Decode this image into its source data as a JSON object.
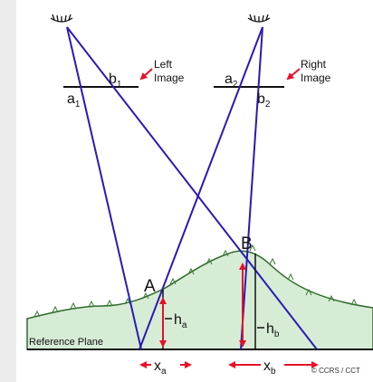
{
  "images": {
    "left": {
      "line1": "Left",
      "line2": "Image"
    },
    "right": {
      "line1": "Right",
      "line2": "Image"
    }
  },
  "points": {
    "a1": {
      "base": "a",
      "sub": "1"
    },
    "b1": {
      "base": "b",
      "sub": "1"
    },
    "a2": {
      "base": "a",
      "sub": "2"
    },
    "b2": {
      "base": "b",
      "sub": "2"
    },
    "A": "A",
    "B": "B"
  },
  "heights": {
    "ha": {
      "base": "h",
      "sub": "a"
    },
    "hb": {
      "base": "h",
      "sub": "b"
    }
  },
  "offsets": {
    "xa": {
      "base": "x",
      "sub": "a"
    },
    "xb": {
      "base": "x",
      "sub": "b"
    }
  },
  "reference_plane": "Reference Plane",
  "credit": "© CCRS / CCT",
  "colors": {
    "rays": "#2a1ab5",
    "arrows": "#e5102a",
    "terrain_fill": "#d7ecd5",
    "terrain_edge": "#2f6a2c",
    "ink": "#111111"
  }
}
